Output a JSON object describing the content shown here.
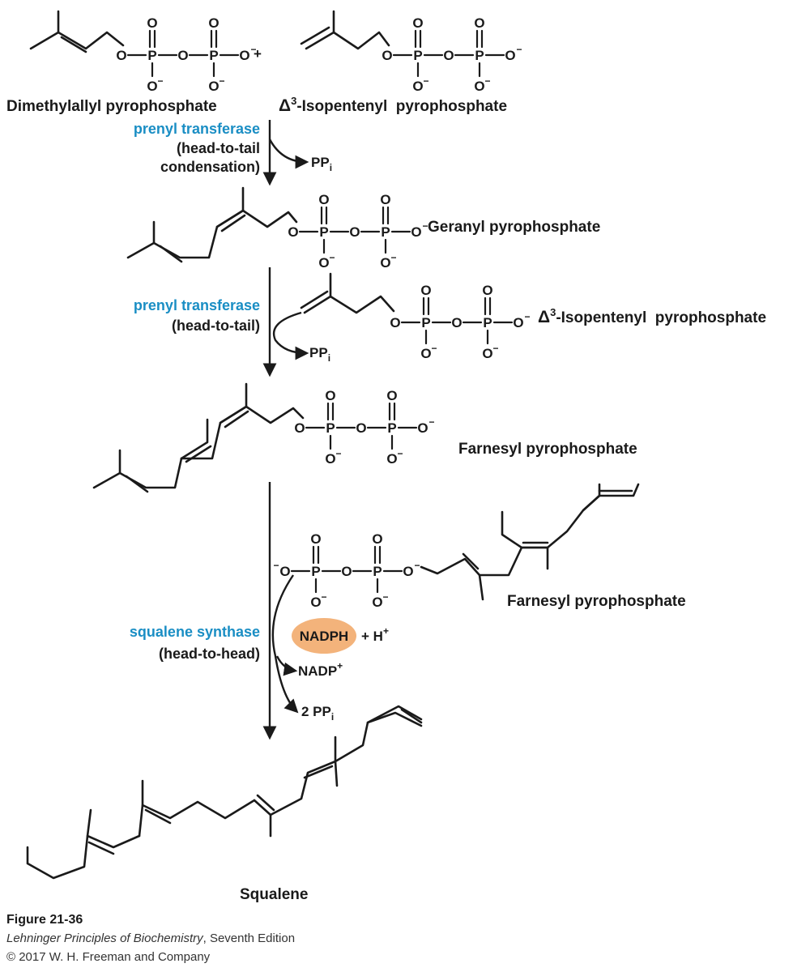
{
  "molecules": {
    "dmapp": "Dimethylallyl pyrophosphate",
    "ipp_delta": "Δ",
    "ipp_sup": "3",
    "ipp_rest": "-Isopentenyl  pyrophosphate",
    "gpp": "Geranyl pyrophosphate",
    "fpp": "Farnesyl pyrophosphate",
    "fpp2": "Farnesyl pyrophosphate",
    "squalene": "Squalene"
  },
  "step1": {
    "enzyme": "prenyl transferase",
    "cond_line1": "(head-to-tail",
    "cond_line2": "condensation)",
    "byproduct_main": "PP",
    "byproduct_sub": "i"
  },
  "step2": {
    "enzyme": "prenyl transferase",
    "cond": "(head-to-tail)",
    "byproduct_main": "PP",
    "byproduct_sub": "i"
  },
  "step3": {
    "enzyme": "squalene synthase",
    "cond": "(head-to-head)",
    "cofactor": "NADPH",
    "plus_h": "+ H",
    "plus_sup": "+",
    "nadp": "NADP",
    "nadp_sup": "+",
    "pp_count": "2 PP",
    "pp_sub": "i"
  },
  "atoms": {
    "oxygen": "O",
    "phosphorus": "P",
    "charge": "−",
    "plus": "+"
  },
  "caption": {
    "figure": "Figure 21-36",
    "book_title": "Lehninger Principles of Biochemistry",
    "edition": ", Seventh Edition",
    "copyright": "© 2017 W. H. Freeman and Company"
  },
  "colors": {
    "enzyme": "#1a8ec4",
    "nadph_fill": "#f3b37b",
    "ink": "#1a1a1a"
  }
}
